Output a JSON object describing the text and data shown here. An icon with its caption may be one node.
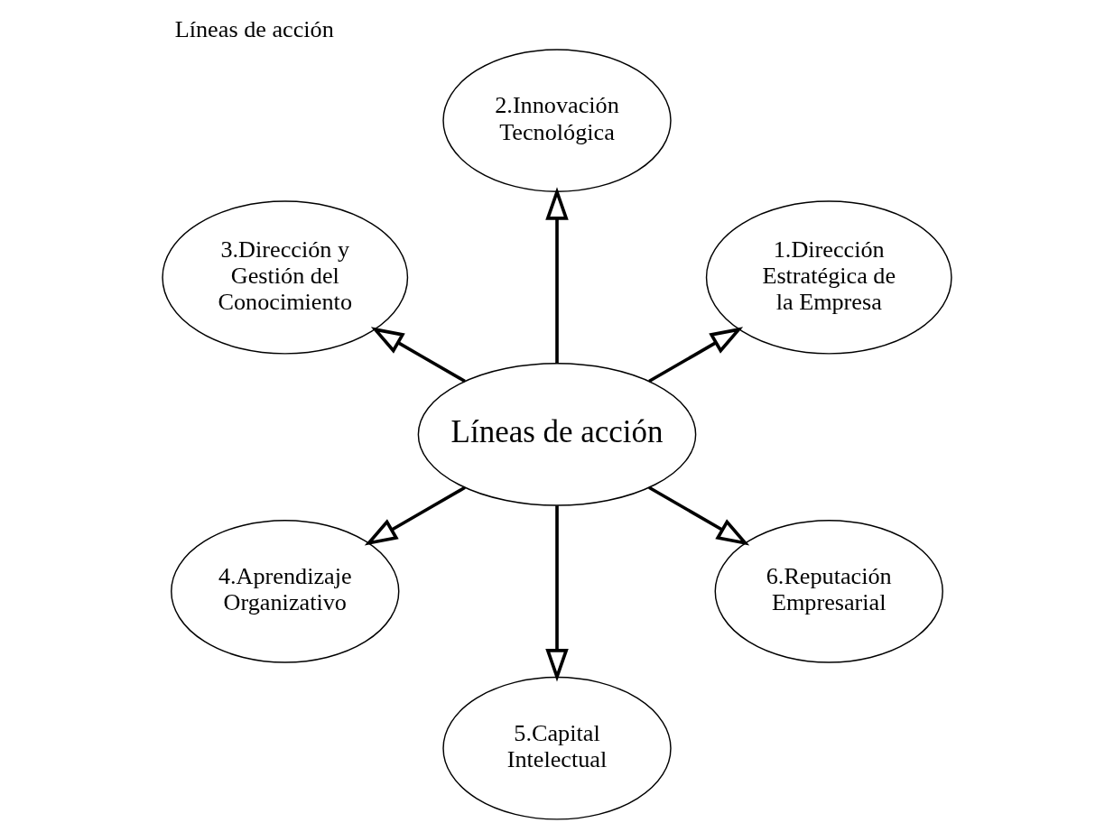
{
  "diagram": {
    "title": "Líneas de acción",
    "nodes": [
      {
        "text": [
          "Líneas de acción"
        ]
      },
      {
        "text": [
          "1.Dirección Estratégica de la Empresa"
        ]
      },
      {
        "text": [
          "2.Innovación Tecnológica"
        ]
      },
      {
        "text": [
          "3.Dirección y Gestión del Conocimiento"
        ]
      },
      {
        "text": [
          "4.Aprendizaje Organizativo"
        ]
      },
      {
        "text": [
          "5.Capital Intelectual"
        ]
      },
      {
        "text": [
          "6.Reputación Empresarial"
        ]
      }
    ],
    "edges": [
      {
        "from": 0,
        "to": 1,
        "arrow": "to"
      },
      {
        "from": 0,
        "to": 2,
        "arrow": "to"
      },
      {
        "from": 0,
        "to": 3,
        "arrow": "to"
      },
      {
        "from": 0,
        "to": 4,
        "arrow": "to"
      },
      {
        "from": 0,
        "to": 5,
        "arrow": "to"
      },
      {
        "from": 0,
        "to": 6,
        "arrow": "to"
      }
    ]
  }
}
